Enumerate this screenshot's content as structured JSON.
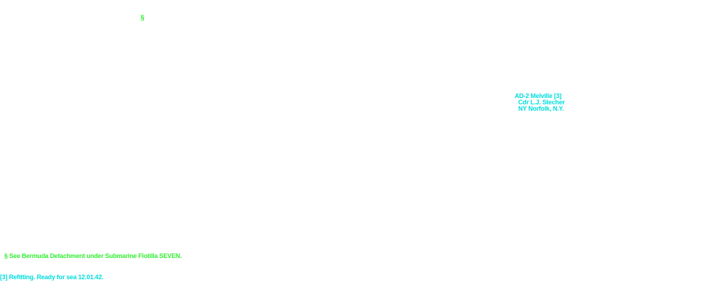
{
  "colors": {
    "green_text": "#33ee33",
    "cyan_text": "#00dddd",
    "background": "#ffffff"
  },
  "section_mark": "§",
  "ship": {
    "line1": "AD-2  Melville [3]",
    "line2": "Cdr  L.J. Stecher",
    "line3": "NY Norfolk, N.Y."
  },
  "footnotes": {
    "section": "§ See Bermuda Detachment under Submarine Flotilla SEVEN.",
    "note3": "[3] Refitting. Ready for sea 12.01.42."
  }
}
